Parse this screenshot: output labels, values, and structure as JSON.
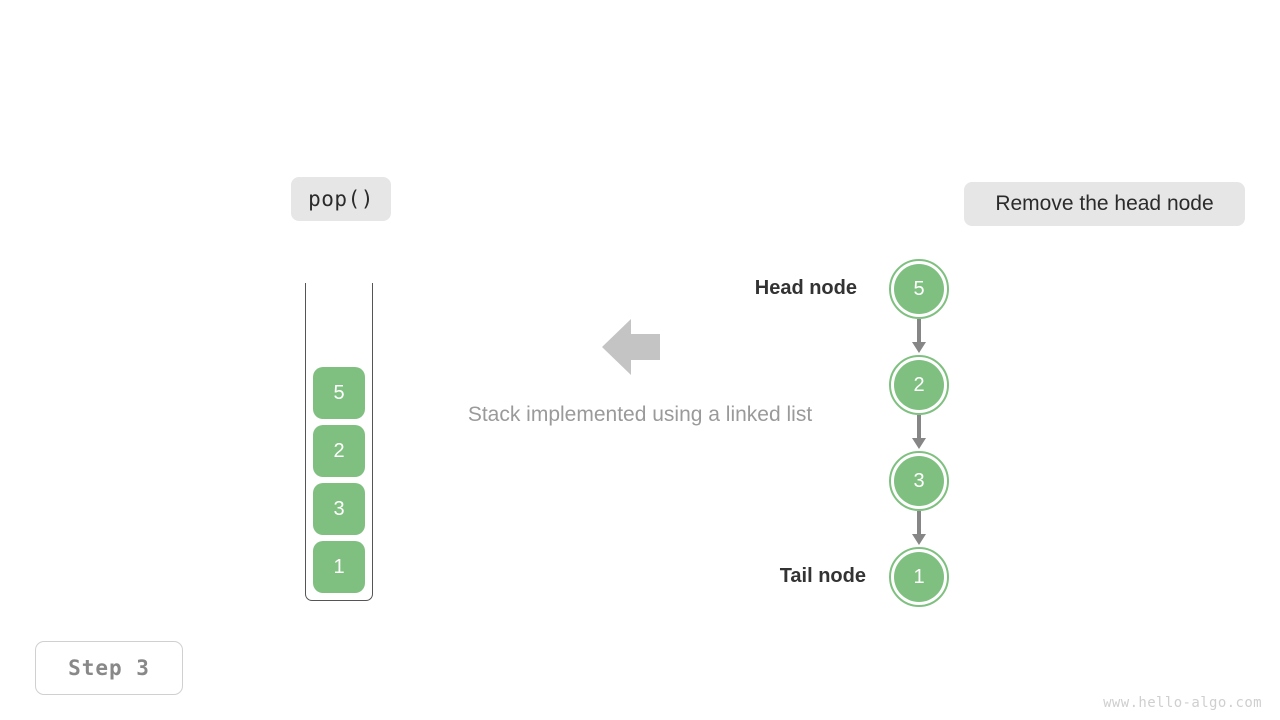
{
  "operation_badge": {
    "label": "pop()"
  },
  "action_badge": {
    "label": "Remove the head node"
  },
  "caption": {
    "text": "Stack implemented using a linked list"
  },
  "step_box": {
    "label": "Step 3"
  },
  "watermark": {
    "text": "www.hello-algo.com"
  },
  "stack": {
    "items": [
      {
        "value": "5"
      },
      {
        "value": "2"
      },
      {
        "value": "3"
      },
      {
        "value": "1"
      }
    ]
  },
  "linked_list": {
    "head_label": "Head node",
    "tail_label": "Tail node",
    "nodes": [
      {
        "value": "5"
      },
      {
        "value": "2"
      },
      {
        "value": "3"
      },
      {
        "value": "1"
      }
    ]
  },
  "colors": {
    "node_green": "#7fc081",
    "badge_gray": "#e6e6e6",
    "arrow_gray": "#c4c4c4",
    "link_gray": "#868686",
    "caption_gray": "#9a9a9a",
    "label_dark": "#333333",
    "watermark_gray": "#cfcfcf"
  }
}
